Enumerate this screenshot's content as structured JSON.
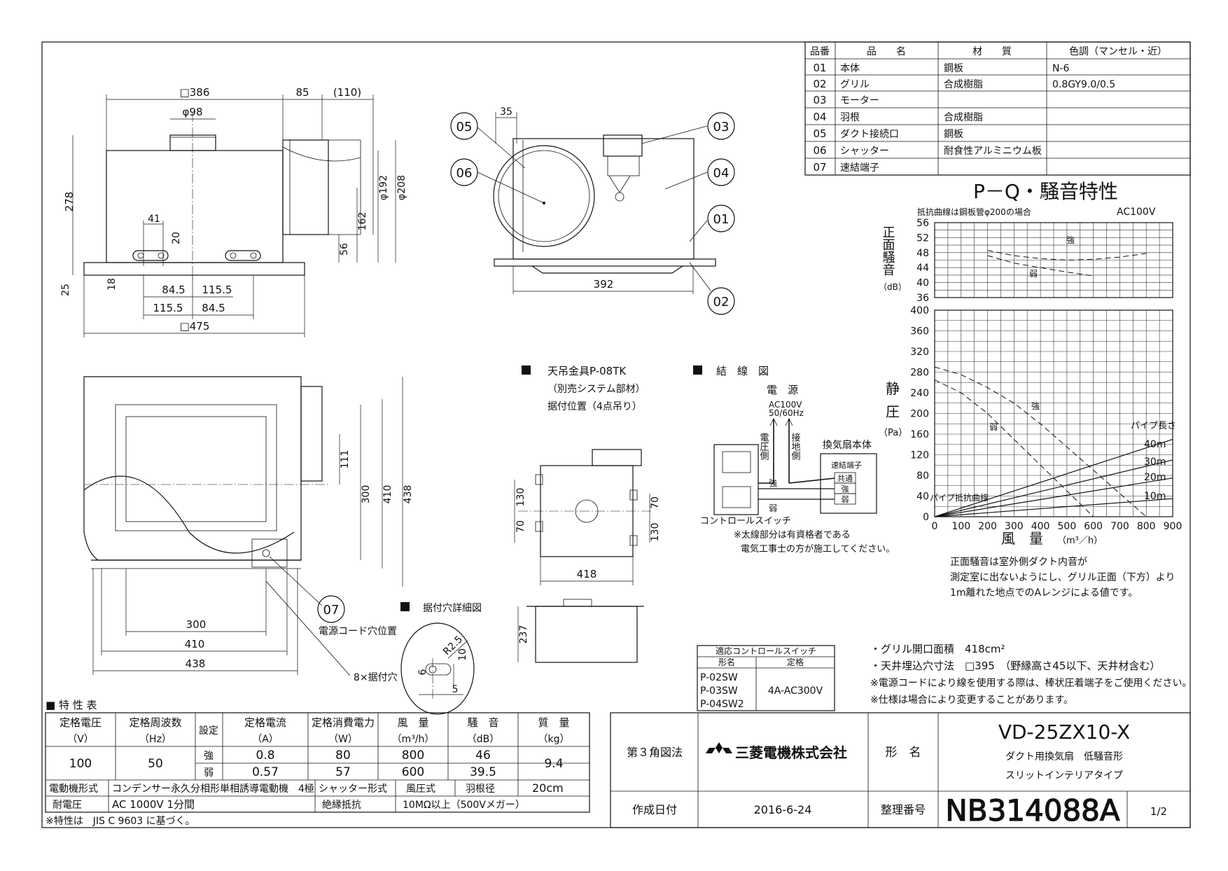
{
  "parts_table": {
    "headers": [
      "品番",
      "品　　名",
      "材　　質",
      "色調（マンセル・近）"
    ],
    "rows": [
      {
        "no": "01",
        "name": "本体",
        "material": "鋼板",
        "color": "N-6"
      },
      {
        "no": "02",
        "name": "グリル",
        "material": "合成樹脂",
        "color": "0.8GY9.0/0.5"
      },
      {
        "no": "03",
        "name": "モーター",
        "material": "",
        "color": ""
      },
      {
        "no": "04",
        "name": "羽根",
        "material": "合成樹脂",
        "color": ""
      },
      {
        "no": "05",
        "name": "ダクト接続口",
        "material": "鋼板",
        "color": ""
      },
      {
        "no": "06",
        "name": "シャッター",
        "material": "耐食性アルミニウム板",
        "color": ""
      },
      {
        "no": "07",
        "name": "速結端子",
        "material": "",
        "color": ""
      }
    ]
  },
  "front_view": {
    "dims": [
      "□386",
      "85",
      "(110)",
      "φ98",
      "278",
      "25",
      "41",
      "20",
      "18",
      "84.5",
      "115.5",
      "115.5",
      "84.5",
      "□475",
      "162",
      "56",
      "φ192",
      "φ208"
    ]
  },
  "side_view": {
    "dims": [
      "35",
      "392"
    ],
    "callouts": [
      "05",
      "06",
      "03",
      "04",
      "01",
      "02"
    ]
  },
  "bottom_view": {
    "dims": [
      "111",
      "300",
      "410",
      "438",
      "300",
      "410",
      "438"
    ],
    "callout": "07",
    "power_cord_label": "電源コード穴位置",
    "mount_hole_label": "8×据付穴"
  },
  "hanger": {
    "title": "天吊金具P-08TK",
    "subtitle": "（別売システム部材）",
    "note": "据付位置（4点吊り）",
    "dims": [
      "130",
      "70",
      "130",
      "70",
      "418",
      "237"
    ]
  },
  "mount_hole_detail": {
    "title": "据付穴詳細図",
    "dims": [
      "R2.5",
      "10",
      "6",
      "5"
    ]
  },
  "wiring": {
    "title": "結　線　図",
    "power_label": "電　源",
    "voltage": "AC100V",
    "frequency": "50/60Hz",
    "live_label": "電圧側",
    "ground_label": "接地側",
    "fan_body_label": "換気扇本体",
    "terminal_label": "速結端子",
    "terminals": [
      "共通",
      "強",
      "弱"
    ],
    "wire_strong": "強",
    "wire_weak": "弱",
    "switch_label": "コントロールスイッチ",
    "note1": "※太線部分は有資格者である",
    "note2": "電気工事士の方が施工してください。"
  },
  "switch_table": {
    "title": "適応コントロールスイッチ",
    "headers": [
      "形名",
      "定格"
    ],
    "models": [
      "P-02SW",
      "P-03SW",
      "P-04SW2"
    ],
    "rating": "4A-AC300V"
  },
  "pq_chart": {
    "title": "P－Q・騒音特性",
    "note_top": "抵抗曲線は鋼板管φ200の場合",
    "voltage": "AC100V",
    "noise_ylabel": "正面騒音",
    "noise_unit": "（dB）",
    "pressure_ylabel_1": "静",
    "pressure_ylabel_2": "圧",
    "pressure_unit": "（Pa）",
    "xlabel": "風　量",
    "x_unit": "（m³／h）",
    "pipe_label": "パイプ長さ",
    "resistance_label": "パイプ抵抗曲線",
    "pipe_lengths": [
      "40m",
      "30m",
      "20m",
      "10m"
    ],
    "label_strong": "強",
    "label_weak": "弱",
    "caption": [
      "正面騒音は室外側ダクト内音が",
      "測定室に出ないようにし、グリル正面（下方）より",
      "1m離れた地点でのAレンジによる値です。"
    ]
  },
  "chart_data": {
    "type": "line",
    "title": "P－Q・騒音特性",
    "x_ticks": [
      "0",
      "100",
      "200",
      "300",
      "400",
      "500",
      "600",
      "700",
      "800",
      "900"
    ],
    "xlabel": "風　量（m³／h）",
    "xlim": [
      0,
      900
    ],
    "panels": [
      {
        "name": "騒音",
        "ylabel": "正面騒音（dB）",
        "ylim": [
          36,
          56
        ],
        "y_ticks": [
          "36",
          "40",
          "44",
          "48",
          "52",
          "56"
        ],
        "series": [
          {
            "name": "強",
            "x": [
              200,
              300,
              400,
              500,
              600,
              700,
              800
            ],
            "y": [
              48.6,
              47.2,
              46.4,
              46.0,
              46.2,
              46.8,
              47.8
            ]
          },
          {
            "name": "弱",
            "x": [
              200,
              300,
              400,
              500,
              600
            ],
            "y": [
              47.2,
              45.2,
              44.0,
              42.8,
              41.8
            ]
          }
        ]
      },
      {
        "name": "静圧",
        "ylabel": "静圧（Pa）",
        "ylim": [
          0,
          400
        ],
        "y_ticks": [
          "0",
          "40",
          "80",
          "120",
          "160",
          "200",
          "240",
          "280",
          "320",
          "360",
          "400"
        ],
        "series": [
          {
            "name": "強",
            "x": [
              0,
              100,
              200,
              300,
              400,
              500,
              600,
              700,
              800
            ],
            "y": [
              290,
              275,
              250,
              220,
              180,
              135,
              90,
              45,
              0
            ]
          },
          {
            "name": "弱",
            "x": [
              0,
              100,
              200,
              300,
              400,
              500,
              600
            ],
            "y": [
              265,
              240,
              200,
              150,
              100,
              50,
              0
            ]
          },
          {
            "name": "10m",
            "x": [
              0,
              900
            ],
            "y": [
              0,
              35
            ]
          },
          {
            "name": "20m",
            "x": [
              0,
              900
            ],
            "y": [
              0,
              75
            ]
          },
          {
            "name": "30m",
            "x": [
              0,
              900
            ],
            "y": [
              0,
              110
            ]
          },
          {
            "name": "40m",
            "x": [
              0,
              900
            ],
            "y": [
              0,
              150
            ]
          }
        ]
      }
    ]
  },
  "specs": {
    "grille_area": "・グリル開口面積　418cm²",
    "ceiling_opening": "・天井埋込穴寸法　□395　（野縁高さ45以下、天井材含む）",
    "note1": "※電源コードにより線を使用する際は、棒状圧着端子をご使用ください。",
    "note2": "※仕様は場合により変更することがあります。"
  },
  "characteristics": {
    "title": "■ 特 性 表",
    "headers": [
      "定格電圧",
      "定格周波数",
      "設定",
      "定格電流",
      "定格消費電力",
      "風　量",
      "騒　音",
      "質　量"
    ],
    "units": [
      "（V）",
      "（Hz）",
      "",
      "（A）",
      "（W）",
      "（m³/h）",
      "（dB）",
      "（kg）"
    ],
    "voltage": "100",
    "frequency": "50",
    "mass": "9.4",
    "rows": [
      {
        "setting": "強",
        "current": "0.8",
        "power": "80",
        "flow": "800",
        "noise": "46"
      },
      {
        "setting": "弱",
        "current": "0.57",
        "power": "57",
        "flow": "600",
        "noise": "39.5"
      }
    ],
    "motor_label": "電動機形式",
    "motor_value": "コンデンサー永久分相形単相誘導電動機　4極",
    "shutter_label": "シャッター形式",
    "shutter_value": "風圧式",
    "blade_label": "羽根径",
    "blade_value": "20cm",
    "withstand_label": "耐電圧",
    "withstand_value": "AC 1000V 1分間",
    "insulation_label": "絶縁抵抗",
    "insulation_value": "10MΩ以上（500Vメガー）",
    "footnote": "※特性は　JIS C 9603 に基づく。"
  },
  "title_block": {
    "projection": "第３角図法",
    "company": "三菱電機株式会社",
    "model_label": "形　名",
    "model": "VD-25ZX10-X",
    "desc1": "ダクト用換気扇　低騒音形",
    "desc2": "スリットインテリアタイプ",
    "date_label": "作成日付",
    "date": "2016-6-24",
    "ref_label": "整理番号",
    "ref": "NB314088A",
    "page": "1/2"
  }
}
